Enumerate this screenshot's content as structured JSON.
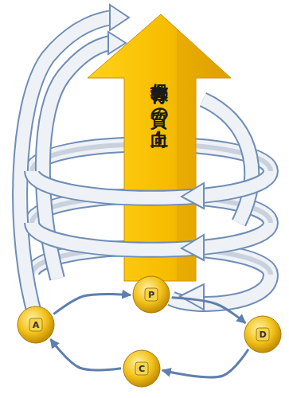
{
  "diagram": {
    "nodes": [
      {
        "text": [
          "教育保育 の質の向上"
        ]
      },
      {
        "text": [
          "P"
        ]
      },
      {
        "text": [
          "D"
        ]
      },
      {
        "text": [
          "C"
        ]
      },
      {
        "text": [
          "A"
        ]
      }
    ],
    "edges": [
      {
        "from": 1,
        "to": 2,
        "arrow": "to"
      },
      {
        "from": 2,
        "to": 3,
        "arrow": "to"
      },
      {
        "from": 3,
        "to": 4,
        "arrow": "to"
      },
      {
        "from": 4,
        "to": 1,
        "arrow": "to"
      }
    ]
  }
}
